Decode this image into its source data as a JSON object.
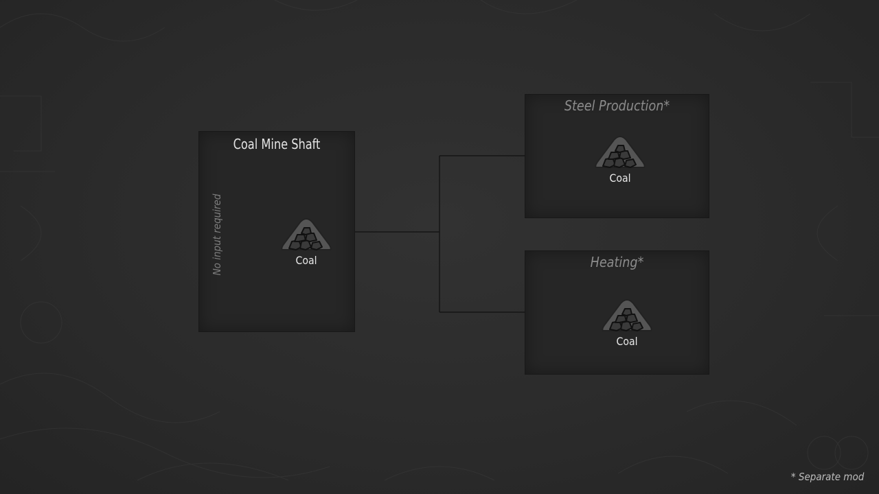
{
  "source_node": {
    "title": "Coal Mine Shaft",
    "note": "No input required",
    "output": {
      "label": "Coal",
      "icon": "coal-pile-icon"
    }
  },
  "targets": [
    {
      "title": "Steel Production*",
      "input": {
        "label": "Coal",
        "icon": "coal-pile-icon"
      }
    },
    {
      "title": "Heating*",
      "input": {
        "label": "Coal",
        "icon": "coal-pile-icon"
      }
    }
  ],
  "footnote": "* Separate mod",
  "colors": {
    "background": "#2c2c2c",
    "node_fill": "#262626",
    "node_border": "#181818",
    "connector": "#151515",
    "title_text": "#e4e4e4",
    "mod_title_text": "#8c8c8c"
  }
}
